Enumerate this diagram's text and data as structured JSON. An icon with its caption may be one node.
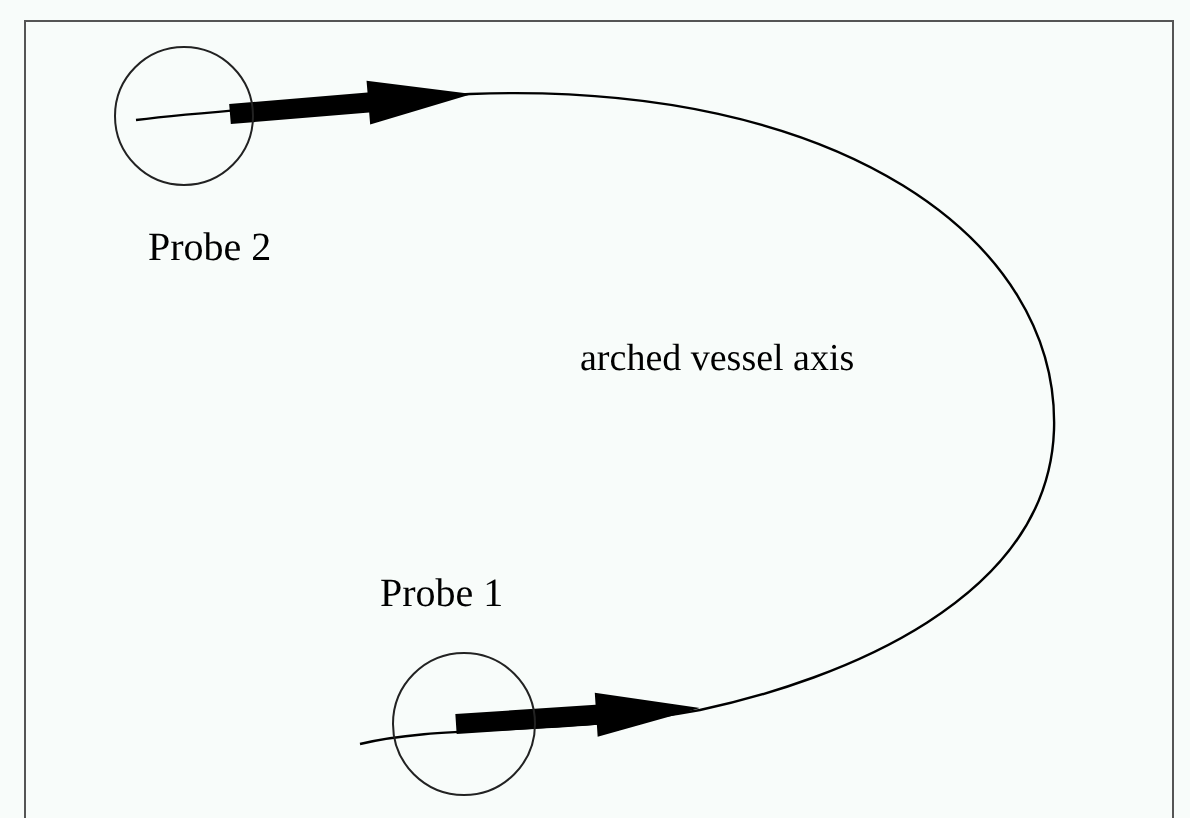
{
  "diagram": {
    "nodes": [
      {
        "text": [],
        "shape": "circle",
        "beside": [
          "Probe 2"
        ]
      },
      {
        "text": [],
        "shape": "circle",
        "beside": [
          "Probe 1"
        ]
      }
    ],
    "labels": [
      "arched vessel axis"
    ]
  }
}
